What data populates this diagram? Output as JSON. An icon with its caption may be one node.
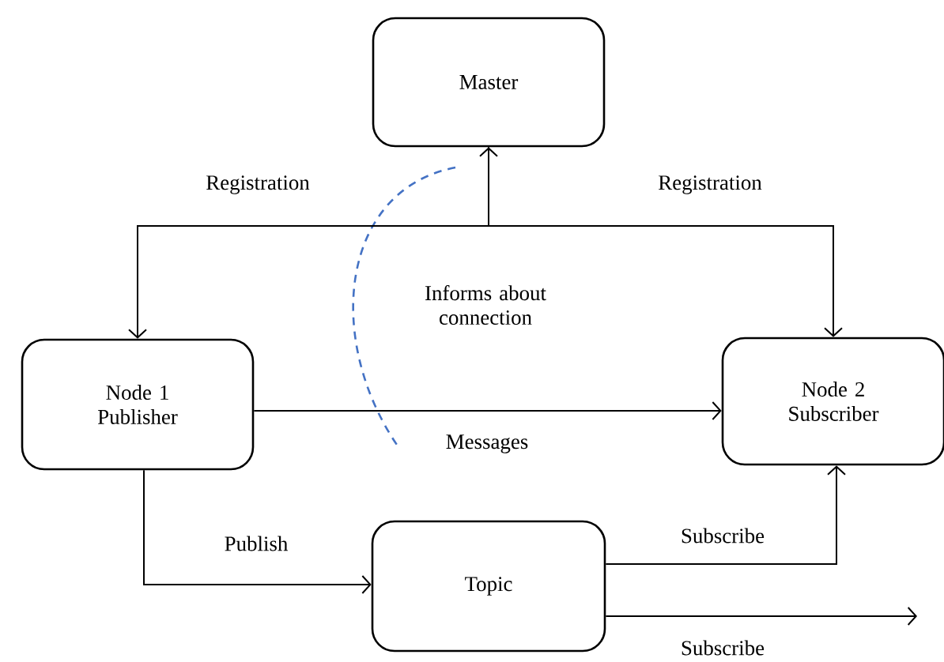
{
  "diagram": {
    "nodes": [
      {
        "text": [
          "Master"
        ]
      },
      {
        "text": [
          "Node 1 Publisher"
        ]
      },
      {
        "text": [
          "Node 2 Subscriber"
        ]
      },
      {
        "text": [
          "Topic"
        ]
      }
    ],
    "edges": [
      {
        "from": 0,
        "to": 1,
        "arrow": "both",
        "label": "Registration"
      },
      {
        "from": 0,
        "to": 2,
        "arrow": "to",
        "label": "Registration"
      },
      {
        "from": 1,
        "to": 2,
        "arrow": "to",
        "label": "Messages"
      },
      {
        "from": 1,
        "to": 3,
        "arrow": "to",
        "label": "Publish"
      },
      {
        "from": 3,
        "to": 2,
        "arrow": "to",
        "label": "Subscribe"
      },
      {
        "from": 3,
        "to": null,
        "arrow": "to",
        "label": "Subscribe"
      }
    ],
    "labels": [
      "Informs about connection"
    ]
  }
}
